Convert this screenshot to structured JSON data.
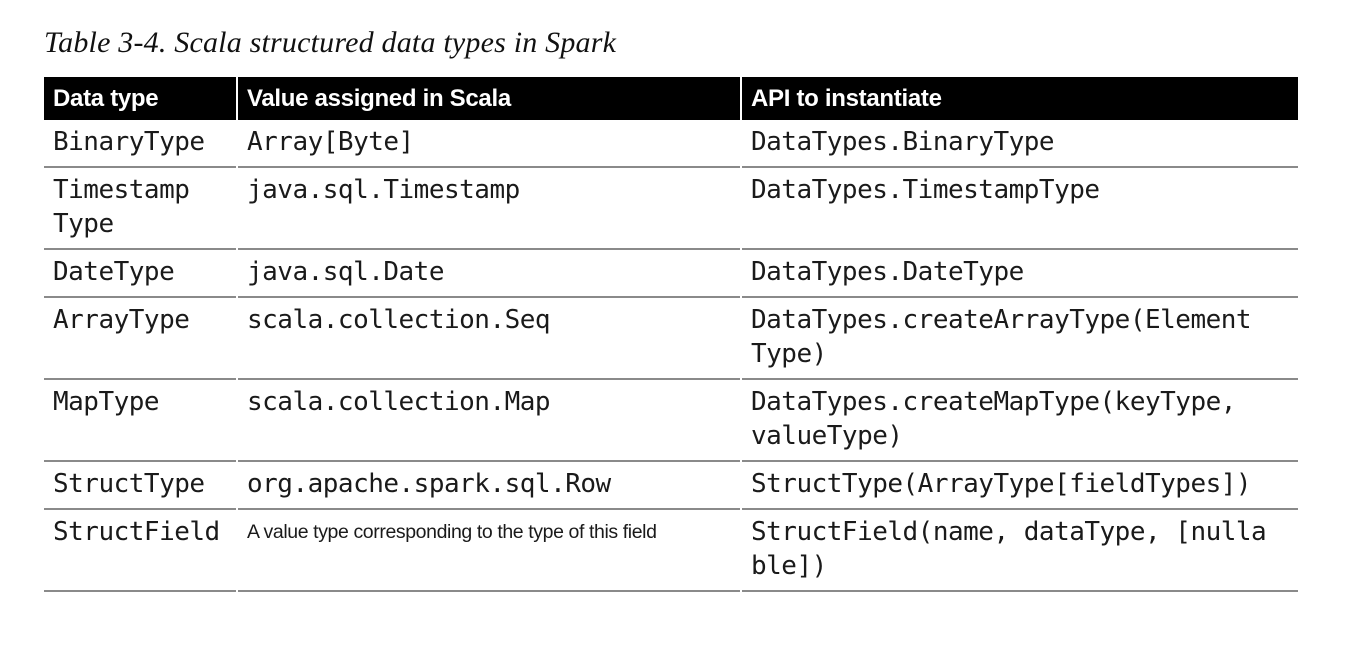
{
  "title": "Table 3-4. Scala structured data types in Spark",
  "table": {
    "columns": [
      "Data type",
      "Value assigned in Scala",
      "API to instantiate"
    ],
    "rows": [
      {
        "data_type": "BinaryType",
        "value": "Array[Byte]",
        "api": "DataTypes.BinaryType"
      },
      {
        "data_type": "Timestamp\nType",
        "value": "java.sql.Timestamp",
        "api": "DataTypes.TimestampType"
      },
      {
        "data_type": "DateType",
        "value": "java.sql.Date",
        "api": "DataTypes.DateType"
      },
      {
        "data_type": "ArrayType",
        "value": "scala.collection.Seq",
        "api": "DataTypes.createArrayType(Element\nType)"
      },
      {
        "data_type": "MapType",
        "value": "scala.collection.Map",
        "api": "DataTypes.createMapType(keyType,\nvalueType)"
      },
      {
        "data_type": "StructType",
        "value": "org.apache.spark.sql.Row",
        "api": "StructType(ArrayType[fieldTypes])"
      },
      {
        "data_type": "StructField",
        "value": "A value type corresponding to the type of this field",
        "api": "StructField(name, dataType, [nulla\nble])"
      }
    ],
    "colors": {
      "header_bg": "#000000",
      "header_text": "#ffffff",
      "row_line": "#8a8a8a",
      "body_text": "#1a1a1a",
      "page_bg": "#ffffff"
    }
  }
}
